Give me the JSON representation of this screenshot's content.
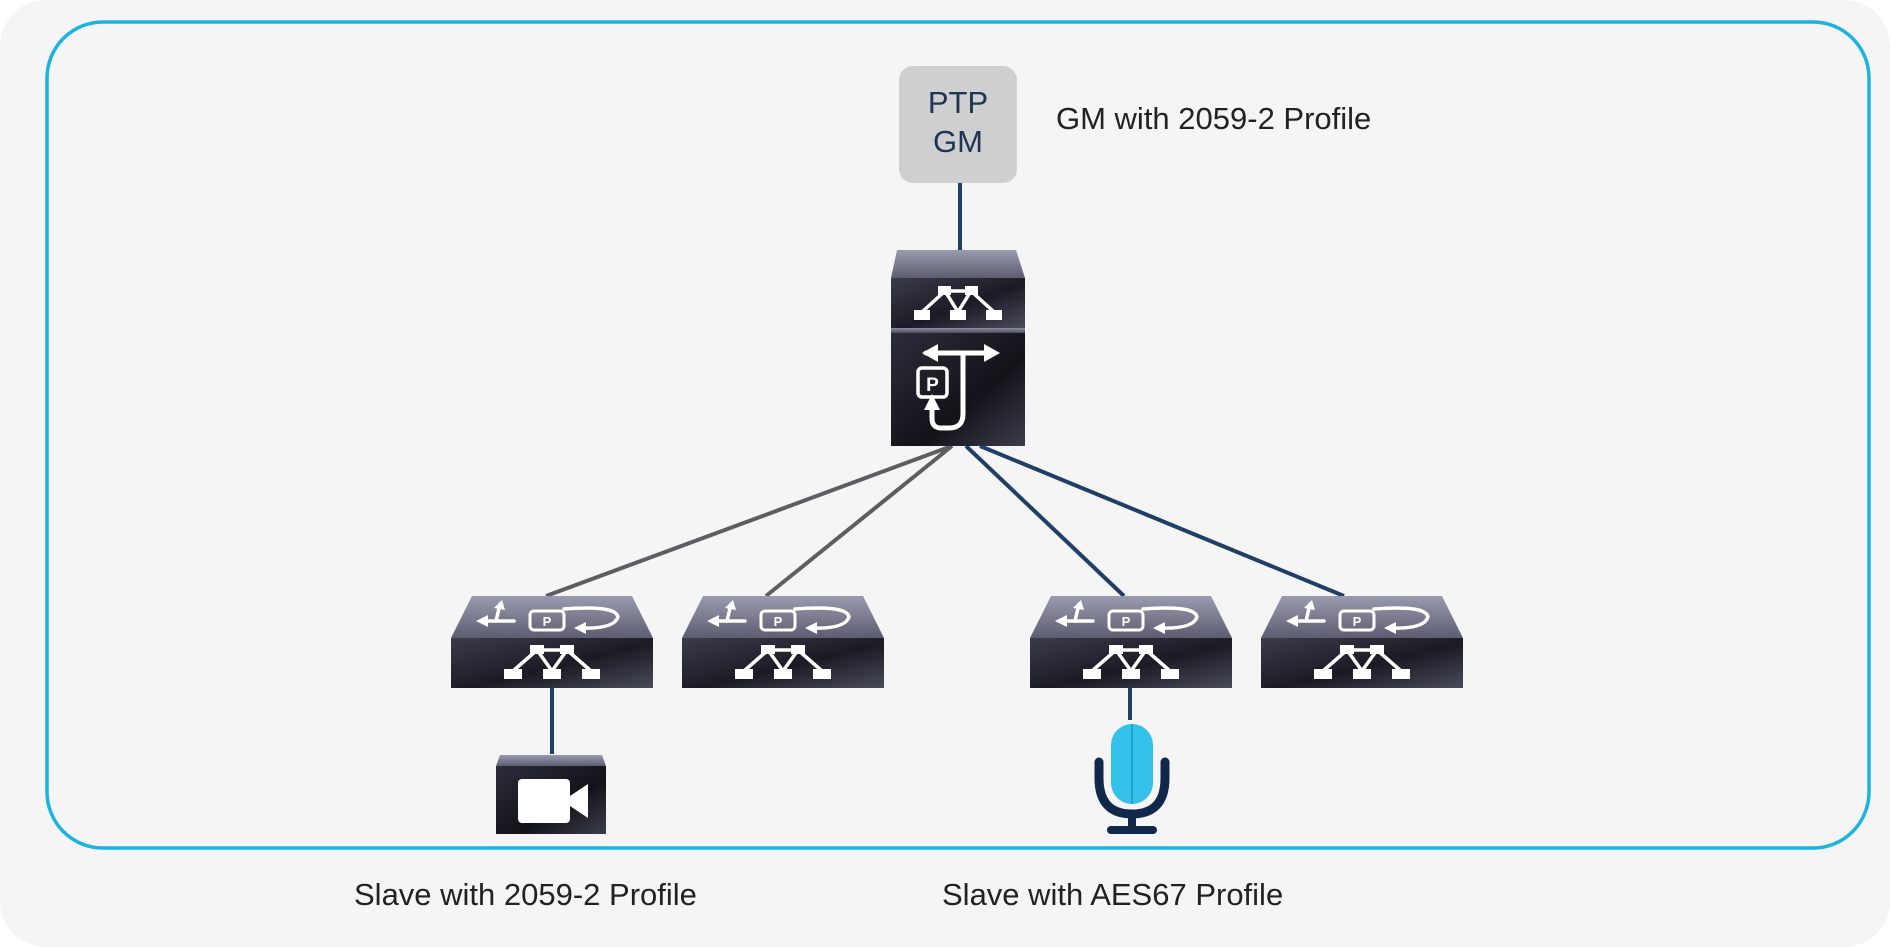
{
  "grandmaster": {
    "box_line1": "PTP",
    "box_line2": "GM",
    "label": "GM with 2059-2 Profile"
  },
  "core_switch": {
    "top_icon": "multilayer-switch-icon",
    "bottom_icon": "ptp-boundary-clock-icon",
    "badge": "P"
  },
  "access_switches": [
    {
      "icon": "ptp-transparent-switch-icon",
      "badge": "P",
      "link_color": "#5e5e62"
    },
    {
      "icon": "ptp-transparent-switch-icon",
      "badge": "P",
      "link_color": "#5e5e62"
    },
    {
      "icon": "ptp-transparent-switch-icon",
      "badge": "P",
      "link_color": "#1f3f66"
    },
    {
      "icon": "ptp-transparent-switch-icon",
      "badge": "P",
      "link_color": "#1f3f66"
    }
  ],
  "endpoints": {
    "camera_icon": "video-camera-icon",
    "microphone_icon": "microphone-icon",
    "slave_2059_label": "Slave with 2059-2 Profile",
    "slave_aes67_label": "Slave with AES67 Profile"
  },
  "colors": {
    "frame": "#1bb3e0",
    "background": "#f5f5f5",
    "link_dark": "#1f3f66",
    "link_gray": "#5e5e62",
    "gm_box": "#cfcfcf",
    "gm_text": "#1e3454",
    "mic_blue": "#33c1ea",
    "mic_stand": "#12284a",
    "device_dark": "#2a2b36"
  }
}
